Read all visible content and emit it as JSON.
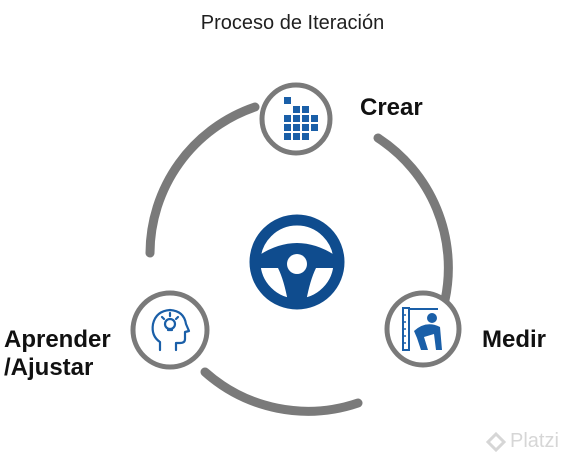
{
  "diagram": {
    "title": "Proceso de Iteración",
    "center_icon": "steering-wheel-icon",
    "nodes": [
      {
        "id": "crear",
        "label": "Crear",
        "icon": "blocks-grid-icon"
      },
      {
        "id": "medir",
        "label": "Medir",
        "icon": "measuring-person-icon"
      },
      {
        "id": "aprender",
        "label_line1": "Aprender",
        "label_line2": "/Ajustar",
        "icon": "head-lightbulb-icon"
      }
    ],
    "colors": {
      "ring": "#7a7a7a",
      "icon_blue": "#1a5fa8",
      "wheel_blue": "#0f4c8e",
      "text": "#111111"
    }
  },
  "watermark": {
    "text": "Platzi",
    "icon": "platzi-logo-icon"
  }
}
